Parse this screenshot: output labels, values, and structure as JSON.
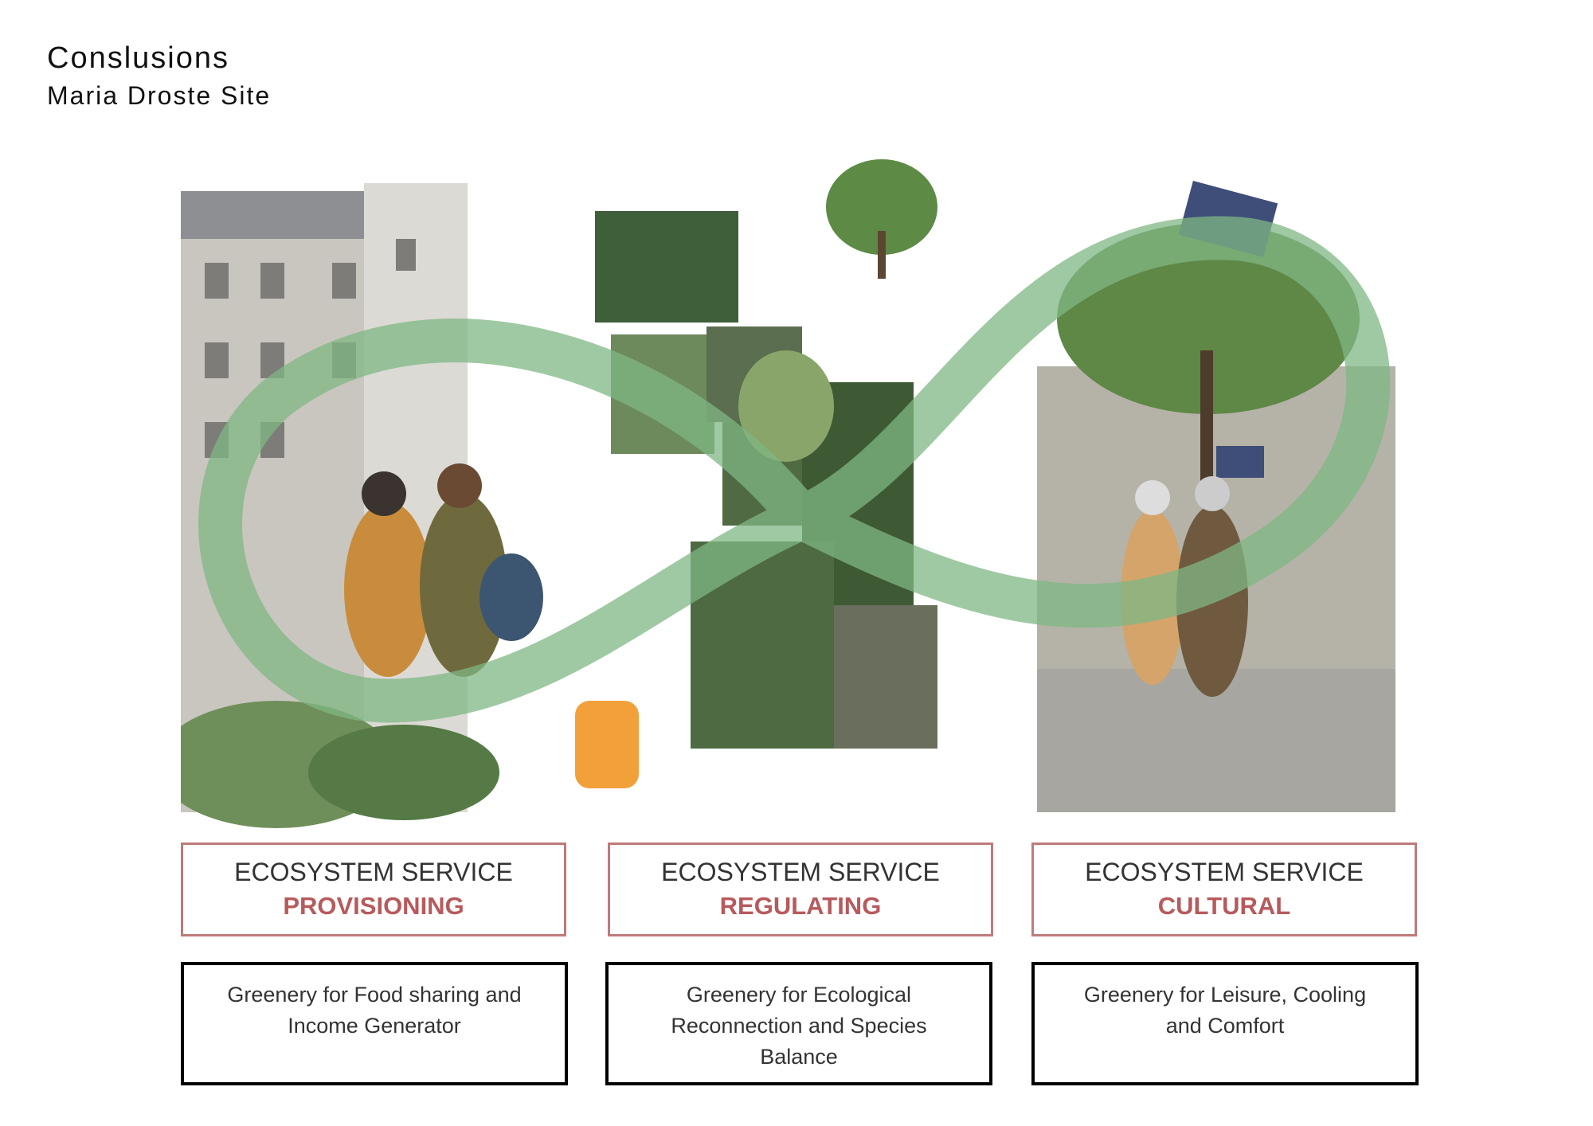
{
  "header": {
    "title": "Conslusions",
    "subtitle": "Maria Droste Site"
  },
  "services": [
    {
      "heading": "ECOSYSTEM SERVICE",
      "type": "PROVISIONING",
      "description": "Greenery for Food sharing and Income Generator"
    },
    {
      "heading": "ECOSYSTEM SERVICE",
      "type": "REGULATING",
      "description": "Greenery for Ecological Reconnection and Species Balance"
    },
    {
      "heading": "ECOSYSTEM SERVICE",
      "type": "CULTURAL",
      "description": "Greenery for Leisure, Cooling and Comfort"
    }
  ],
  "colors": {
    "accent": "#b8595c",
    "border": "#c07a7a",
    "ribbon": "#7fb783"
  }
}
